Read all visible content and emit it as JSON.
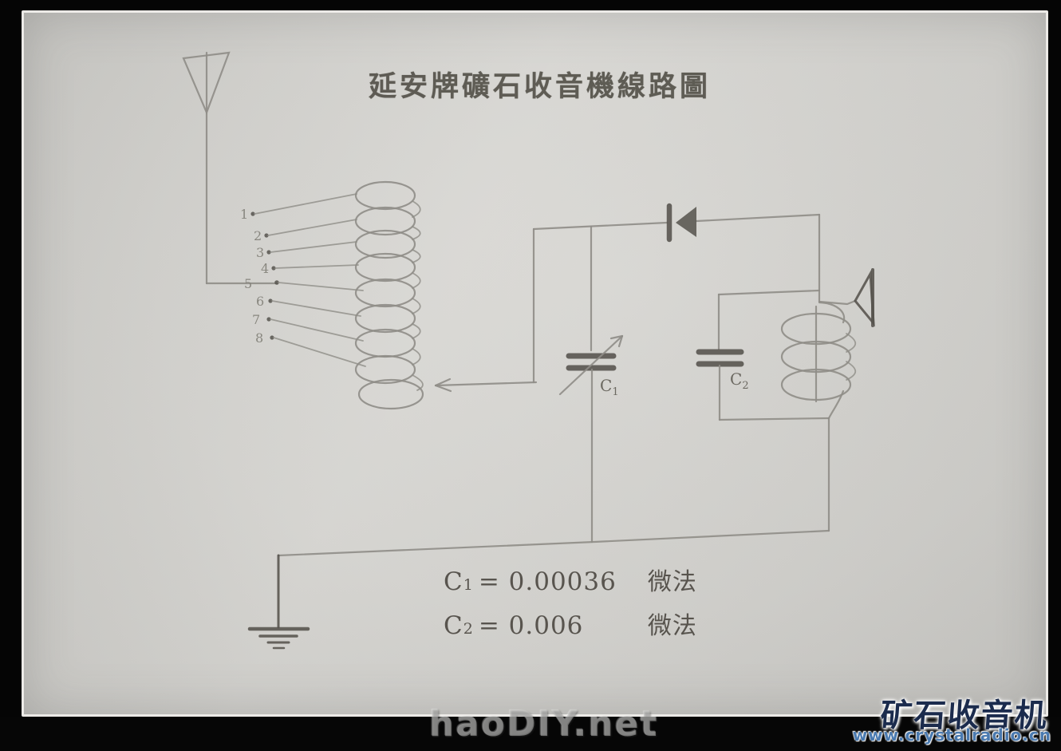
{
  "title": "延安牌礦石收音機線路圖",
  "schematic": {
    "taps": [
      "1",
      "2",
      "3",
      "4",
      "5",
      "6",
      "7",
      "8"
    ],
    "c1_label": {
      "sym": "C",
      "sub": "1"
    },
    "c2_label": {
      "sym": "C",
      "sub": "2"
    }
  },
  "formulas": {
    "c1": {
      "sym": "C",
      "sub": "1",
      "value": "= 0.00036",
      "unit": "微法"
    },
    "c2": {
      "sym": "C",
      "sub": "2",
      "value": "= 0.006",
      "unit": "微法"
    }
  },
  "watermark": "haoDIY.net",
  "branding": {
    "logo": "矿石收音机",
    "url": "www.crystalradio.cn"
  },
  "colors": {
    "paper": "#d3d2ce",
    "pencil": "#8f8d87",
    "dark_ink": "#55524c",
    "logo_navy": "#1b2b4d",
    "url_blue": "#4a7ab0"
  }
}
